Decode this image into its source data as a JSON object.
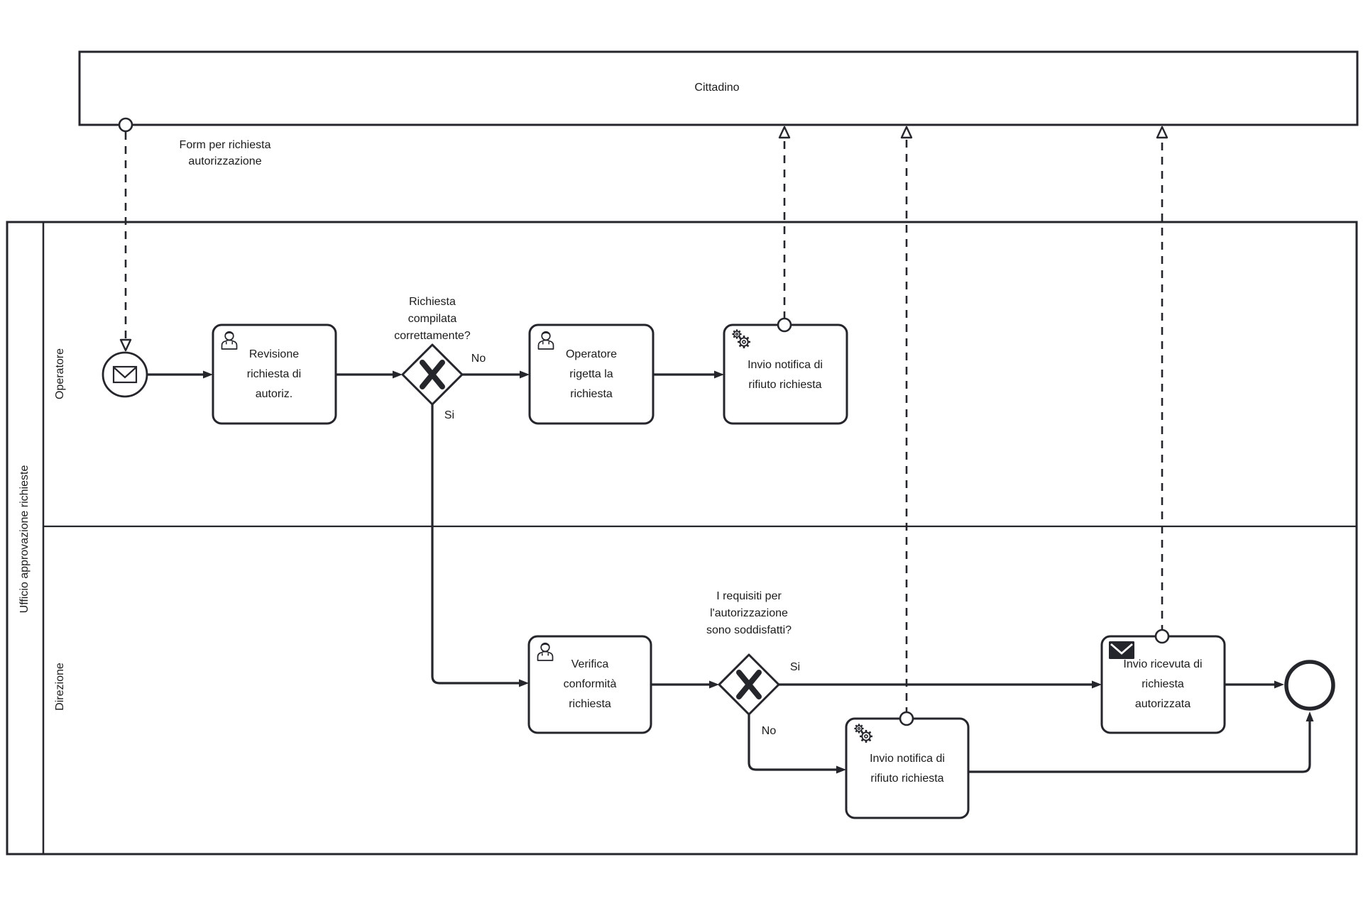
{
  "pool_cittadino": {
    "title": "Cittadino"
  },
  "pool_ufficio": {
    "title": "Ufficio approvazione richieste",
    "lanes": {
      "operatore": "Operatore",
      "direzione": "Direzione"
    }
  },
  "tasks": {
    "revisione": "Revisione\nrichiesta di\nautoriz.",
    "rigetta": "Operatore\nrigetta la\nrichiesta",
    "invio_notifica_operatore": "Invio notifica di\nrifiuto richiesta",
    "verifica": "Verifica\nconformità\nrichiesta",
    "invio_notifica_direzione": "Invio notifica di\nrifiuto richiesta",
    "invio_ricevuta": "Invio ricevuta di\nrichiesta\nautorizzata"
  },
  "gateways": {
    "compilata_question": "Richiesta\ncompilata\ncorrettamente?",
    "requisiti_question": "I requisiti per\nl'autorizzazione\nsono soddisfatti?"
  },
  "flow_labels": {
    "no1": "No",
    "si1": "Si",
    "si2": "Si",
    "no2": "No"
  },
  "message_flow_labels": {
    "form": "Form per richiesta\nautorizzazione"
  },
  "icons": {
    "start_event": "envelope-icon",
    "user_task": "person-icon",
    "service_task": "gears-icon",
    "send_task": "filled-envelope-icon"
  },
  "colors": {
    "stroke": "#24262c",
    "background": "#ffffff",
    "text": "#1b1b1b"
  }
}
